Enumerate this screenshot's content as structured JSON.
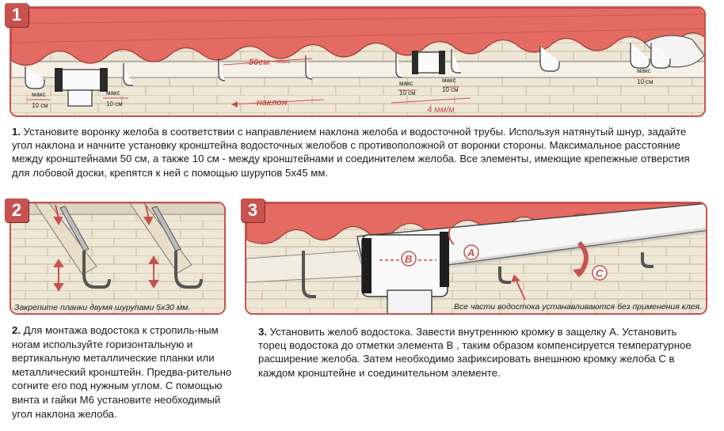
{
  "steps": [
    {
      "number": "1",
      "number_label": "1.",
      "text": "Установите воронку желоба в соответствии с направлением наклона желоба и водосточной трубы. Используя натянутый шнур, задайте угол наклона и начните установку кронштейна водосточных желобов с противоположной от  воронки стороны. Максимальное расстояние между кронштейнами 50 см, а также 10 см - между кронштейнами и соединителем желоба. Все элементы, имеющие крепежные отверстия для лобовой доски, крепятся к ней с помощью шурупов 5х45 мм."
    },
    {
      "number": "2",
      "number_label": "2.",
      "text": "Для монтажа водостока к стропиль-ным ногам используйте горизонтальную и вертикальную металлические планки или металлический кронштейн. Предва-рительно согните его под нужным углом. С помощью винта и гайки М6 установите необходимый угол наклона желоба."
    },
    {
      "number": "3",
      "number_label": "3.",
      "text": "Установить желоб водостока. Завести внутреннюю кромку в защелку А. Установить торец водостока до отметки элемента В , таким образом компенсируется температурное расширение желоба. Затем необходимо зафиксировать внешнюю кромку желоба С в каждом кронштейне и соединительном элементе."
    }
  ],
  "diagram1": {
    "span_label": "50см",
    "max_label": "макс",
    "gap_value": "10 см",
    "slope_label": "наклон",
    "slope_value": "4 мм/м"
  },
  "diagram2": {
    "caption": "Закрепите планки двумя шурупами 5х30 мм."
  },
  "diagram3": {
    "caption": "Все части водостока устанавливаются без применения клея.",
    "marker_a": "A",
    "marker_b": "B",
    "marker_c": "C"
  },
  "colors": {
    "accent": "#c8524e",
    "roof": "#e46b62",
    "wall": "#efe7d6",
    "brick_line": "#c9bfa8"
  }
}
